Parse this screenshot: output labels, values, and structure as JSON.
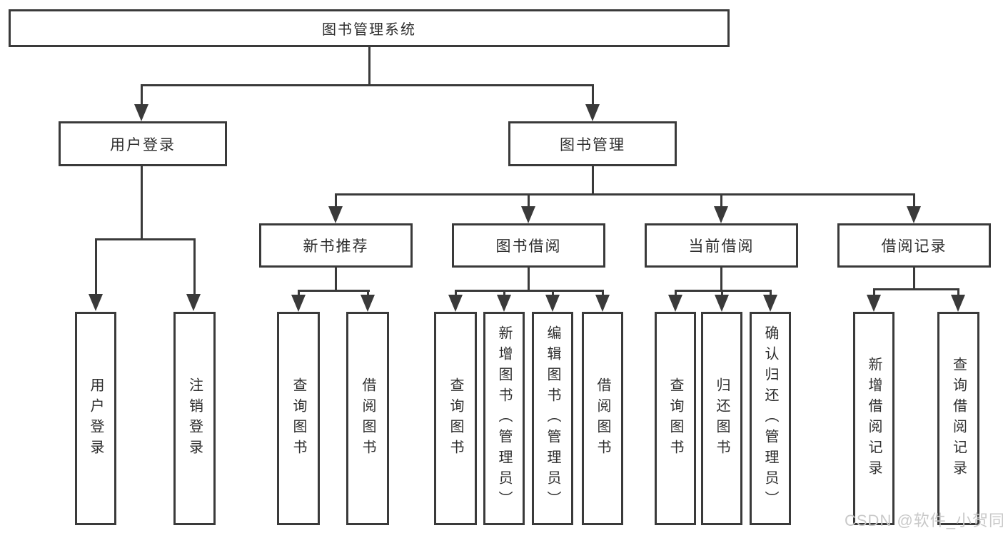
{
  "nodes": {
    "root": "图书管理系统",
    "user_login": "用户登录",
    "book_mgmt": "图书管理",
    "new_books": "新书推荐",
    "book_borrow": "图书借阅",
    "current_borrow": "当前借阅",
    "borrow_records": "借阅记录",
    "leaves": {
      "user_login": [
        "用户登录",
        "注销登录"
      ],
      "new_books": [
        "查询图书",
        "借阅图书"
      ],
      "book_borrow": [
        "查询图书",
        "新增图书（管理员）",
        "编辑图书（管理员）",
        "借阅图书"
      ],
      "current_borrow": [
        "查询图书",
        "归还图书",
        "确认归还（管理员）"
      ],
      "borrow_records": [
        "新增借阅记录",
        "查询借阅记录"
      ]
    }
  },
  "watermark": "CSDN @软件_小贺同学",
  "colors": {
    "node_border": "#3a3a3a",
    "connector_line": "#3a3a3a",
    "text": "#2e2e2e",
    "watermark_text": "#c9c9c9",
    "background": "#ffffff"
  }
}
